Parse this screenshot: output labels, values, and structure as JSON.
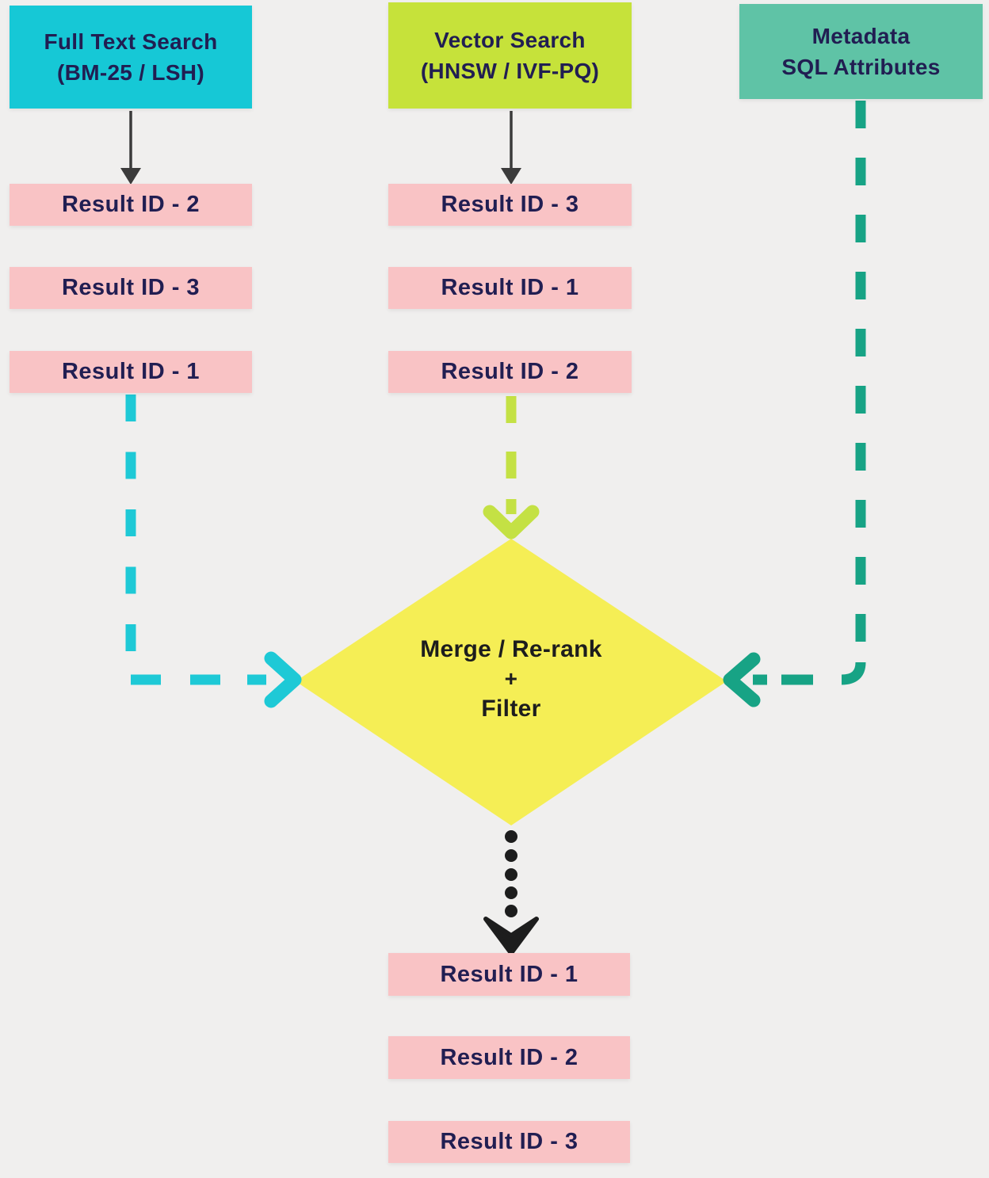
{
  "colors": {
    "background": "#f0efee",
    "full_text_box": "#16c8d6",
    "vector_box": "#c6e23a",
    "metadata_box": "#5fc3a6",
    "result_box": "#f9c3c5",
    "diamond": "#f5ee55",
    "cyan_arrow": "#1ec9d6",
    "lime_arrow": "#c4e144",
    "teal_arrow": "#17a385",
    "text_navy": "#211e52",
    "text_black": "#1d1d1d",
    "black_arrow": "#3b3b3b"
  },
  "nodes": {
    "full_text_search": {
      "line1": "Full Text Search",
      "line2": "(BM-25 / LSH)"
    },
    "vector_search": {
      "line1": "Vector Search",
      "line2": "(HNSW / IVF-PQ)"
    },
    "metadata": {
      "line1": "Metadata",
      "line2": "SQL Attributes"
    }
  },
  "full_text_results": [
    "Result ID - 2",
    "Result ID - 3",
    "Result ID - 1"
  ],
  "vector_results": [
    "Result ID - 3",
    "Result ID - 1",
    "Result ID - 2"
  ],
  "merge_node": {
    "line1": "Merge / Re-rank",
    "line2": "+",
    "line3": "Filter"
  },
  "final_results": [
    "Result ID - 1",
    "Result ID - 2",
    "Result ID - 3"
  ]
}
